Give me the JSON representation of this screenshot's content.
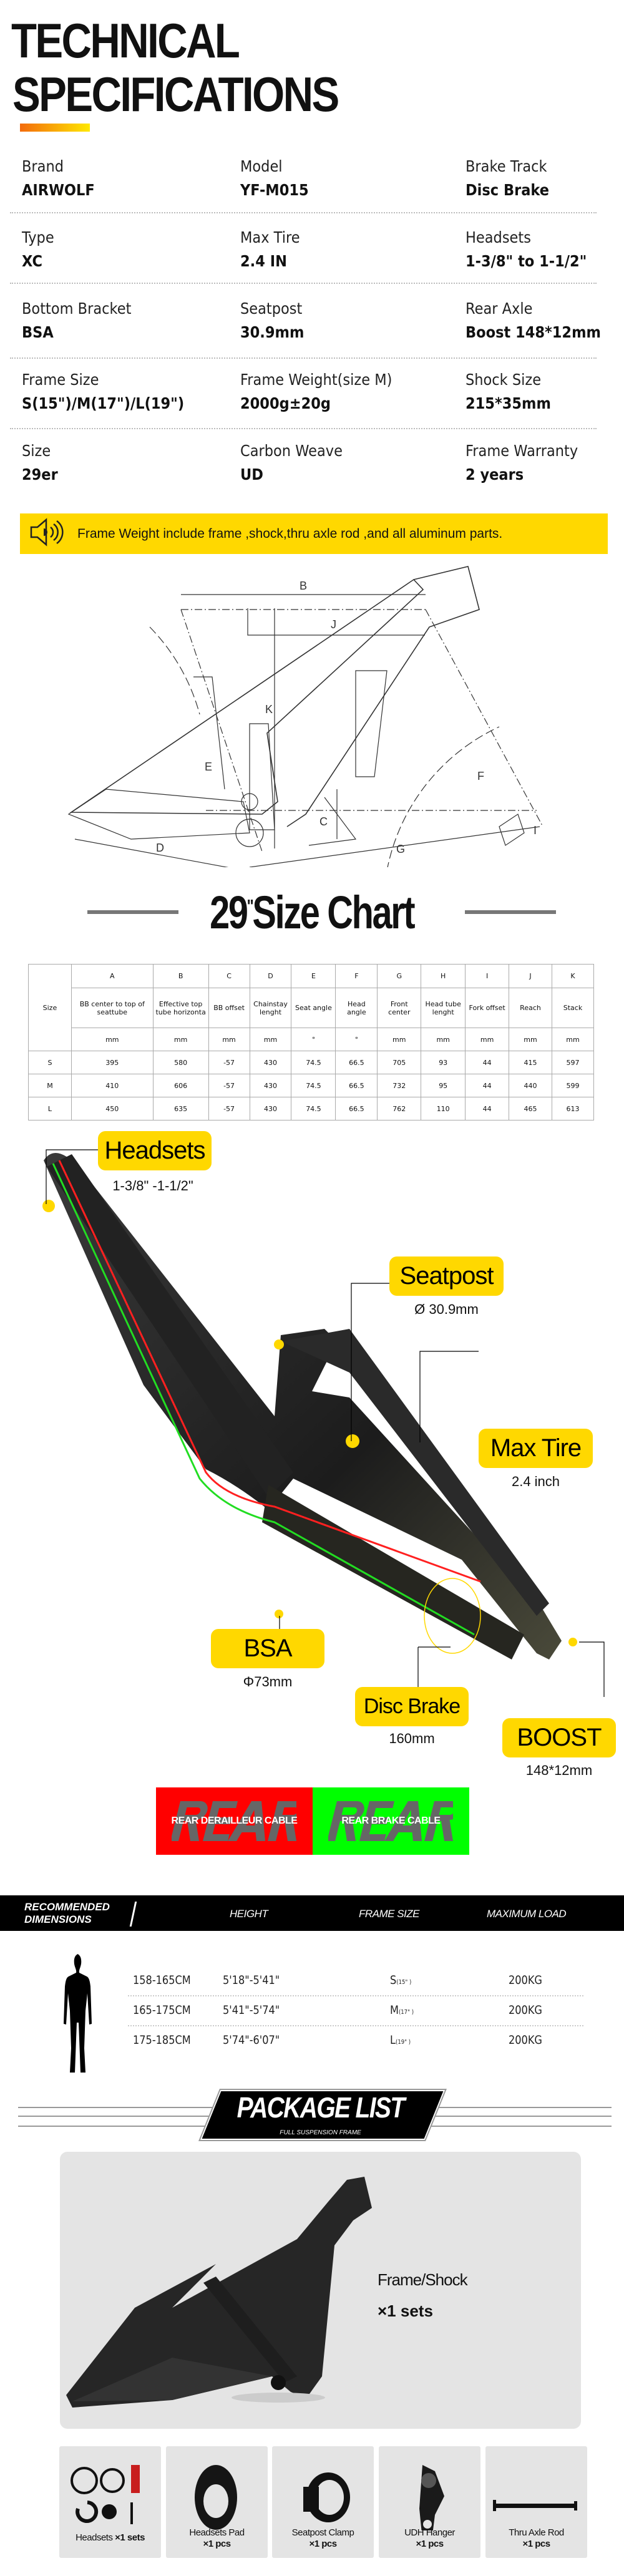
{
  "header": {
    "title_line1": "TECHNICAL",
    "title_line2": "SPECIFICATIONS"
  },
  "specs": [
    {
      "label": "Brand",
      "value": "AIRWOLF"
    },
    {
      "label": "Model",
      "value": "YF-M015"
    },
    {
      "label": "Brake Track",
      "value": "Disc Brake"
    },
    {
      "label": "Type",
      "value": "XC"
    },
    {
      "label": "Max Tire",
      "value": "2.4 IN"
    },
    {
      "label": "Headsets",
      "value": "1-3/8\" to 1-1/2\""
    },
    {
      "label": "Bottom Bracket",
      "value": "BSA"
    },
    {
      "label": "Seatpost",
      "value": "30.9mm"
    },
    {
      "label": "Rear Axle",
      "value": "Boost 148*12mm"
    },
    {
      "label": "Frame Size",
      "value": "S(15\")/M(17\")/L(19\")"
    },
    {
      "label": "Frame Weight(size M)",
      "value": "2000g±20g"
    },
    {
      "label": "Shock Size",
      "value": "215*35mm"
    },
    {
      "label": "Size",
      "value": "29er"
    },
    {
      "label": "Carbon Weave",
      "value": "UD"
    },
    {
      "label": "Frame Warranty",
      "value": "2 years"
    }
  ],
  "notice": {
    "icon": "speaker-icon",
    "text": "Frame Weight include frame ,shock,thru axle rod ,and all aluminum parts."
  },
  "drawing": {
    "labels": [
      "B",
      "J",
      "K",
      "C",
      "D",
      "E",
      "F",
      "G",
      "I"
    ]
  },
  "size_chart": {
    "title": "Size Chart",
    "title_number": "29",
    "title_mark": "\"",
    "size_header": "Size",
    "letters": [
      "A",
      "B",
      "C",
      "D",
      "E",
      "F",
      "G",
      "H",
      "I",
      "J",
      "K"
    ],
    "descriptions": [
      "BB center to top of seattube",
      "Effective top tube horizonta",
      "BB offset",
      "Chainstay lenght",
      "Seat angle",
      "Head angle",
      "Front center",
      "Head tube lenght",
      "Fork offset",
      "Reach",
      "Stack"
    ],
    "units": [
      "mm",
      "mm",
      "mm",
      "mm",
      "°",
      "°",
      "mm",
      "mm",
      "mm",
      "mm",
      "mm"
    ],
    "rows": [
      {
        "size": "S",
        "values": [
          "395",
          "580",
          "-57",
          "430",
          "74.5",
          "66.5",
          "705",
          "93",
          "44",
          "415",
          "597"
        ]
      },
      {
        "size": "M",
        "values": [
          "410",
          "606",
          "-57",
          "430",
          "74.5",
          "66.5",
          "732",
          "95",
          "44",
          "440",
          "599"
        ]
      },
      {
        "size": "L",
        "values": [
          "450",
          "635",
          "-57",
          "430",
          "74.5",
          "66.5",
          "762",
          "110",
          "44",
          "465",
          "613"
        ]
      }
    ]
  },
  "callouts": {
    "headsets": {
      "title": "Headsets",
      "sub": "1-3/8\" -1-1/2\""
    },
    "seatpost": {
      "title": "Seatpost",
      "sub": "Ø 30.9mm"
    },
    "max_tire": {
      "title": "Max Tire",
      "sub": "2.4 inch"
    },
    "bsa": {
      "title": "BSA",
      "sub": "Φ73mm"
    },
    "disc_brake": {
      "title": "Disc Brake",
      "sub": "160mm"
    },
    "boost": {
      "title": "BOOST",
      "sub": "148*12mm"
    }
  },
  "cables": {
    "bg_word": "REAR",
    "derailleur": {
      "label": "REAR DERAILLEUR CABLE",
      "color": "#ff0000"
    },
    "brake": {
      "label": "REAR BRAKE CABLE",
      "color": "#00ff00"
    }
  },
  "dimensions": {
    "title_line1": "RECOMMENDED",
    "title_line2": "DIMENSIONS",
    "headers": {
      "height": "HEIGHT",
      "frame_size": "FRAME SIZE",
      "max_load": "MAXIMUM LOAD"
    },
    "rows": [
      {
        "cm": "158-165CM",
        "ft": "5'18\"-5'41\"",
        "size": "S",
        "size_sub": "(15\" )",
        "load": "200KG"
      },
      {
        "cm": "165-175CM",
        "ft": "5'41\"-5'74\"",
        "size": "M",
        "size_sub": "(17\" )",
        "load": "200KG"
      },
      {
        "cm": "175-185CM",
        "ft": "5'74\"-6'07\"",
        "size": "L",
        "size_sub": "(19\" )",
        "load": "200KG"
      }
    ]
  },
  "package": {
    "title": "PACKAGE LIST",
    "subtitle": "FULL SUSPENSION FRAME",
    "main": {
      "name": "Frame/Shock",
      "qty": "×1 sets"
    },
    "items": [
      {
        "name": "Headsets",
        "qty": "×1 sets"
      },
      {
        "name": "Headsets Pad",
        "qty": "×1 pcs"
      },
      {
        "name": "Seatpost Clamp",
        "qty": "×1 pcs"
      },
      {
        "name": "UDH Hanger",
        "qty": "×1 pcs"
      },
      {
        "name": "Thru Axle Rod",
        "qty": "×1 pcs"
      }
    ]
  },
  "colors": {
    "accent": "#ffd800",
    "orange": "#f36b0c"
  }
}
